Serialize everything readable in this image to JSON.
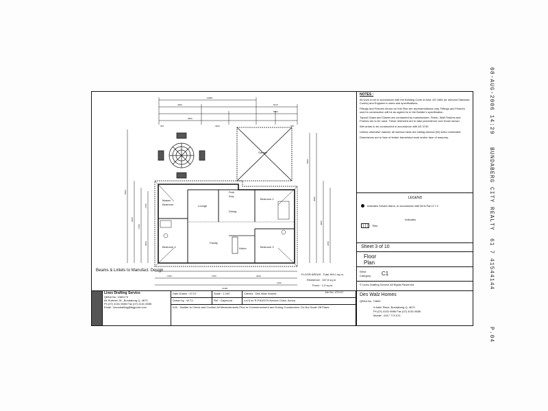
{
  "fax_header": {
    "date_time": "08-AUG-2006 14:29",
    "sender": "BUNDABERG CITY REALTY",
    "phone": "61 7 41544144",
    "page": "P.04"
  },
  "plan": {
    "rooms": {
      "master": "Master",
      "master2": "Bedroom",
      "lounge": "Lounge",
      "porch": "Porch",
      "entry": "Entry",
      "dining": "Dining",
      "bed2": "Bedroom 2",
      "garage": "Garage",
      "family": "Family",
      "bed4": "Bedroom 4",
      "kitchen": "Kitchen",
      "bed3": "Bedroom 3"
    },
    "dims_top": [
      "10850",
      "4360",
      "6270",
      "5500",
      "3600",
      "300",
      "3400",
      "350"
    ],
    "dims_bottom": [
      "14300",
      "2150",
      "2700",
      "2200",
      "1100"
    ],
    "dims_right": [
      "6500",
      "4080",
      "4950",
      "2450"
    ],
    "dims_left": [
      "6500",
      "3600",
      "1600",
      "2700",
      "3000"
    ],
    "floor_areas_label": "FLOOR AREAS : Total 169.1 sq.m.",
    "residence": "Residence : 167.6 sq.m.",
    "porch_area": "Porch : 1.5 sq.m.",
    "note_beams": "Beams & Lintels to Manufact. Design",
    "job_no": "Job No. 479-07"
  },
  "title_block": {
    "notes_title": "NOTES :",
    "notes": [
      "All work to be in accordance with the Building Code of Aust. AS 1684 (or relevant Standard Codes) and Engineer's notes and specifications.",
      "Fittings and Fixtures shown on this Plan are representational only. Fittings and Fixtures used in construction will be as agreed to in the Builder's specification.",
      "Topsoil Glass and Glazes are contracted by manufacturer. Finish, Wall Fixtures and Frames are to be used. These restricted are to take precedence over those shown.",
      "Wet areas to be constructed in accordance with AS 3740",
      "Unless otherwise marked, all window sizes are sliding window (W) sizes nominated.",
      "Dimensions are to face of timber frame/stud work and/or face of masonry."
    ],
    "legend_title": "LEGEND",
    "legend_items": [
      "Indicates Smoke Alarm, in accordance with BCA Part 3.7.2",
      "Indicates",
      "Tiles"
    ],
    "sheet": "Sheet 3 of 10",
    "plan_title_1": "Floor",
    "plan_title_2": "Plan",
    "wind_label": "Wind",
    "category_label": "Category",
    "category_value": "C1",
    "copyright": "© Lines Drafting Service All Rights Reserved",
    "builder": "Des Walz Homes",
    "builder_lic": "QBSA No. 74809",
    "builder_addr": "9 Adler Place, Bundaberg Q. 4670",
    "builder_ph": "Ph (07) 4151 6666  Fax (07) 4151 6655",
    "builder_mob": "Mobile : 0417 774 074"
  },
  "bottom_block": {
    "firm": "Lines Drafting Service",
    "firm_lic": "QBSA No. 1083179",
    "firm_addr": "84 Ruthven St., Bundaberg Q. 4670",
    "firm_ph": "Ph (07) 4151 5555  Fax (07) 4151 5555",
    "firm_email": "Email : linesdrafting@bigpond.com",
    "date_drawn_label": "Date Drawn :",
    "date_drawn": "07-07",
    "scale_label": "Scale :",
    "scale": "1:100",
    "drawn_by_label": "Drawn by :",
    "drawn_by": "W.T.L.",
    "ref_label": "Ref :",
    "ref": "Gaymond",
    "client_label": "Client/s :",
    "client": "Des Walz Homes",
    "address": "Lot 8 on R.P.810079 Avenue Close, Avoca",
    "nb": "N.B. : Builder to Check and Confirm All Measurements Prior to Commencement and During Construction. Do Not Scale Off Plans."
  }
}
